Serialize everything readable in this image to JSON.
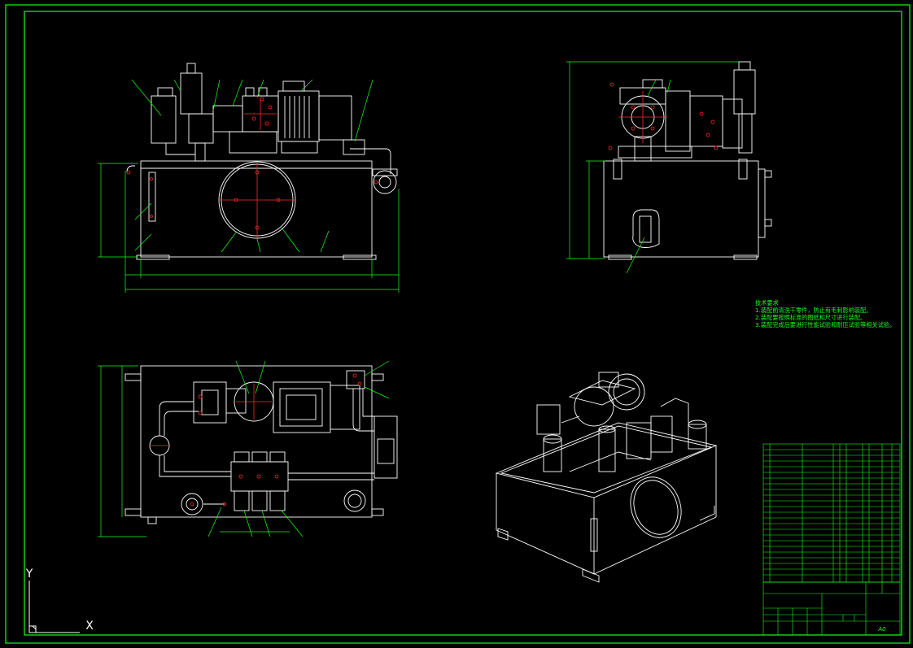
{
  "colors": {
    "background": "#000000",
    "frame": "#19ff19",
    "outline": "#ffffff",
    "centerline": "#ff2a2a",
    "dimension": "#19ff19"
  },
  "drawing": {
    "ucs_x": "X",
    "ucs_y": "Y"
  },
  "technical_requirements": {
    "title": "技术要求",
    "items": [
      "1.装配前清洗干零件，防止有毛刺影响装配。",
      "2.装配要按照标准的图纸和尺寸进行装配。",
      "3.装配完成后要进行性能试验和耐压试验等相关试验。"
    ]
  },
  "title_block": {
    "sheet_size": "A0"
  }
}
